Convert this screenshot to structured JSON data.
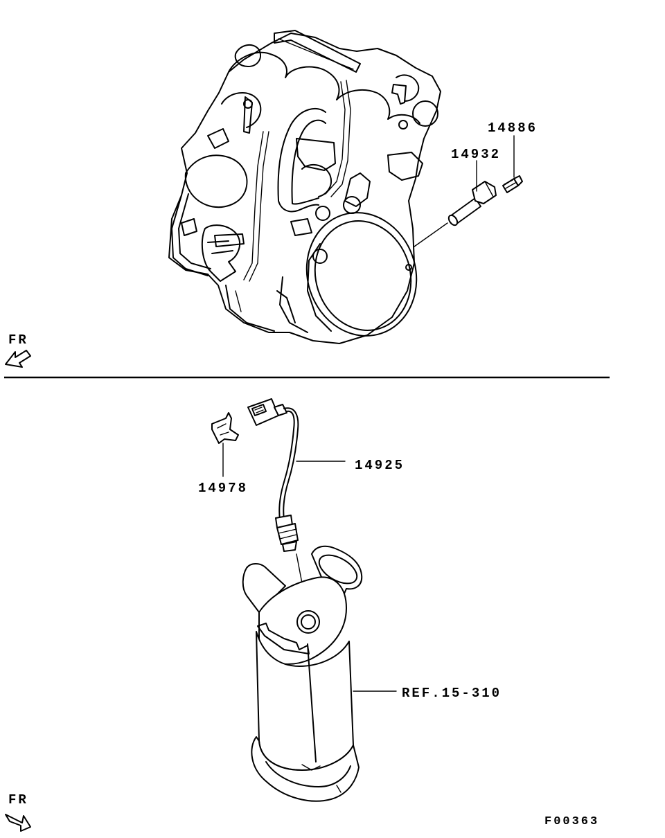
{
  "labels": {
    "p14886": "14886",
    "p14932": "14932",
    "p14925": "14925",
    "p14978": "14978",
    "ref": "REF.15-310",
    "fr_top": "FR",
    "fr_bottom": "FR",
    "figure_code": "F00363"
  }
}
